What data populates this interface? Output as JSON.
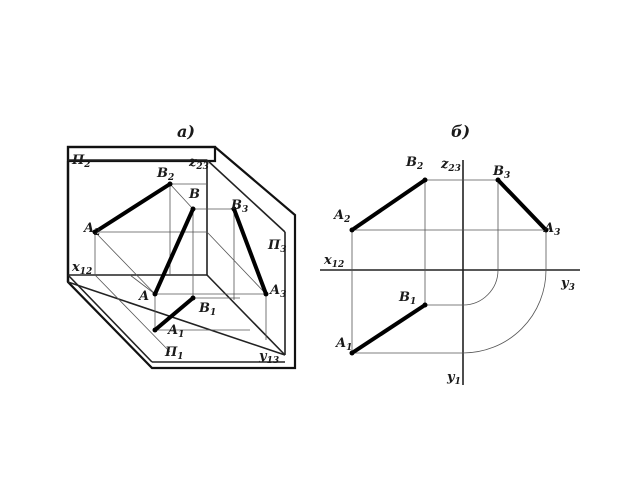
{
  "captions": {
    "a": "а)",
    "b": "б)"
  },
  "left": {
    "plane_p2": {
      "main": "П",
      "sub": "2"
    },
    "plane_p3": {
      "main": "П",
      "sub": "3"
    },
    "plane_p1": {
      "main": "П",
      "sub": "1"
    },
    "axis_x12": {
      "main": "x",
      "sub": "12"
    },
    "axis_z23": {
      "main": "z",
      "sub": "23"
    },
    "axis_y13": {
      "main": "y",
      "sub": "13"
    },
    "pt_A2": {
      "main": "A",
      "sub": "2"
    },
    "pt_B2": {
      "main": "B",
      "sub": "2"
    },
    "pt_B": {
      "main": "B",
      "sub": ""
    },
    "pt_B3": {
      "main": "B",
      "sub": "3"
    },
    "pt_A": {
      "main": "A",
      "sub": ""
    },
    "pt_B1": {
      "main": "B",
      "sub": "1"
    },
    "pt_A1": {
      "main": "A",
      "sub": "1"
    },
    "pt_A3": {
      "main": "A",
      "sub": "3"
    }
  },
  "right": {
    "axis_z23": {
      "main": "z",
      "sub": "23"
    },
    "axis_x12": {
      "main": "x",
      "sub": "12"
    },
    "axis_y3": {
      "main": "y",
      "sub": "3"
    },
    "axis_y1": {
      "main": "y",
      "sub": "1"
    },
    "pt_A2": {
      "main": "A",
      "sub": "2"
    },
    "pt_B2": {
      "main": "B",
      "sub": "2"
    },
    "pt_B3": {
      "main": "B",
      "sub": "3"
    },
    "pt_A3": {
      "main": "A",
      "sub": "3"
    },
    "pt_B1": {
      "main": "B",
      "sub": "1"
    },
    "pt_A1": {
      "main": "A",
      "sub": "1"
    }
  }
}
